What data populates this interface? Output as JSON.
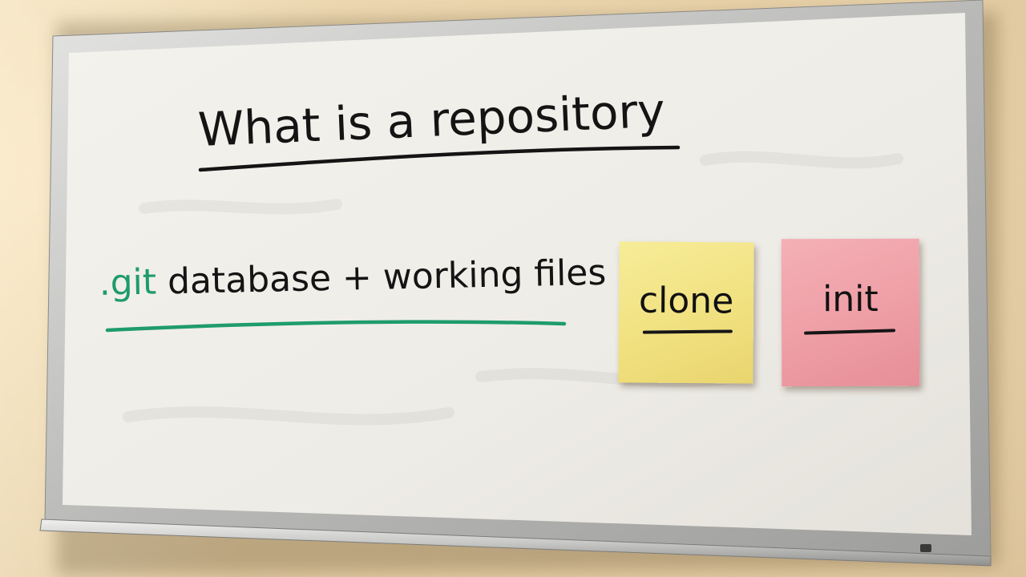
{
  "board": {
    "title": "What is a repository",
    "subtitle_prefix": ".git",
    "subtitle_rest": " database + working files",
    "title_ink_color": "#141414",
    "accent_ink_color": "#1e9c6a"
  },
  "notes": [
    {
      "label": "clone",
      "color": "#f3e68a"
    },
    {
      "label": "init",
      "color": "#f0a3ab"
    }
  ]
}
